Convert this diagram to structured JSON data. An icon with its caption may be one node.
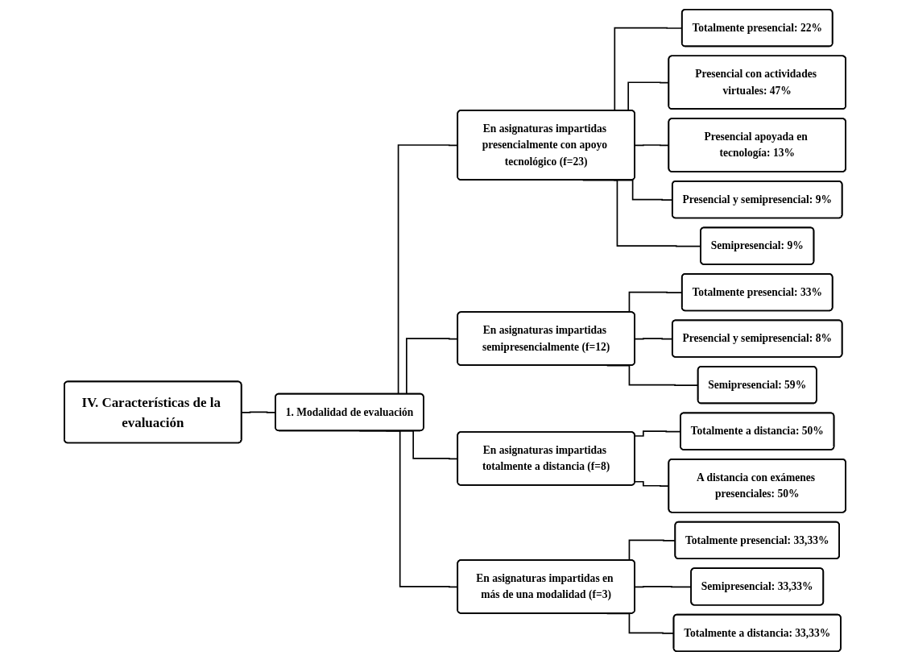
{
  "diagram": {
    "nodes": [
      {
        "text": [
          "IV. Características de la evaluación"
        ]
      },
      {
        "text": [
          "1. Modalidad de evaluación"
        ]
      },
      {
        "text": [
          "En asignaturas impartidas presencialmente con apoyo tecnológico (f=23)"
        ]
      },
      {
        "text": [
          "En asignaturas impartidas semipresencialmente (f=12)"
        ]
      },
      {
        "text": [
          "En asignaturas impartidas totalmente a distancia (f=8)"
        ]
      },
      {
        "text": [
          "En asignaturas impartidas en más de una modalidad (f=3)"
        ]
      },
      {
        "text": [
          "Totalmente presencial: 22%"
        ]
      },
      {
        "text": [
          "Presencial con actividades virtuales: 47%"
        ]
      },
      {
        "text": [
          "Presencial apoyada en tecnología: 13%"
        ]
      },
      {
        "text": [
          "Presencial y semipresencial: 9%"
        ]
      },
      {
        "text": [
          "Semipresencial: 9%"
        ]
      },
      {
        "text": [
          "Totalmente presencial: 33%"
        ]
      },
      {
        "text": [
          "Presencial y semipresencial: 8%"
        ]
      },
      {
        "text": [
          "Semipresencial: 59%"
        ]
      },
      {
        "text": [
          "Totalmente a distancia: 50%"
        ]
      },
      {
        "text": [
          "A distancia con exámenes presenciales: 50%"
        ]
      },
      {
        "text": [
          "Totalmente presencial: 33,33%"
        ]
      },
      {
        "text": [
          "Semipresencial: 33,33%"
        ]
      },
      {
        "text": [
          "Totalmente a distancia: 33,33%"
        ]
      }
    ],
    "edges": [
      {
        "from": 0,
        "to": 1,
        "arrow": "none"
      },
      {
        "from": 1,
        "to": 2,
        "arrow": "none"
      },
      {
        "from": 1,
        "to": 3,
        "arrow": "none"
      },
      {
        "from": 1,
        "to": 4,
        "arrow": "none"
      },
      {
        "from": 1,
        "to": 5,
        "arrow": "none"
      },
      {
        "from": 2,
        "to": 6,
        "arrow": "none"
      },
      {
        "from": 2,
        "to": 7,
        "arrow": "none"
      },
      {
        "from": 2,
        "to": 8,
        "arrow": "none"
      },
      {
        "from": 2,
        "to": 9,
        "arrow": "none"
      },
      {
        "from": 2,
        "to": 10,
        "arrow": "none"
      },
      {
        "from": 3,
        "to": 11,
        "arrow": "none"
      },
      {
        "from": 3,
        "to": 12,
        "arrow": "none"
      },
      {
        "from": 3,
        "to": 13,
        "arrow": "none"
      },
      {
        "from": 4,
        "to": 14,
        "arrow": "none"
      },
      {
        "from": 4,
        "to": 15,
        "arrow": "none"
      },
      {
        "from": 5,
        "to": 16,
        "arrow": "none"
      },
      {
        "from": 5,
        "to": 17,
        "arrow": "none"
      },
      {
        "from": 5,
        "to": 18,
        "arrow": "none"
      }
    ]
  }
}
